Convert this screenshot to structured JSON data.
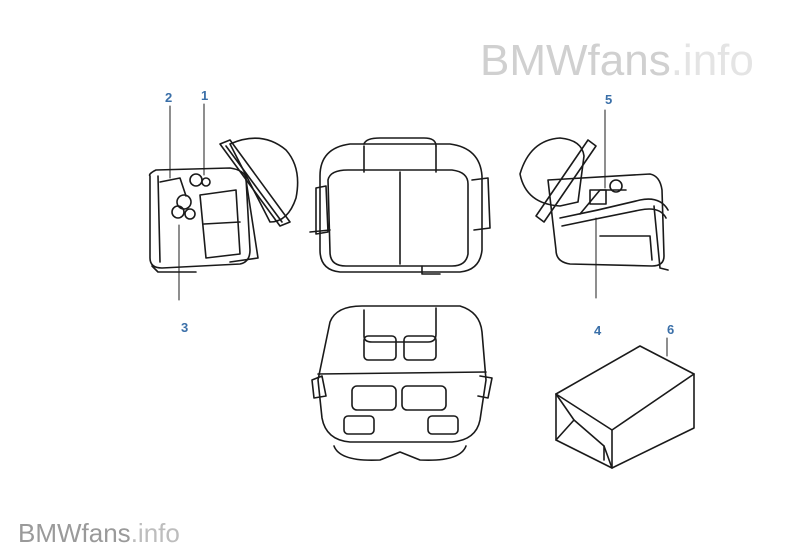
{
  "watermark": {
    "top_main": "BMWfans",
    "top_suffix": ".info",
    "bottom_main": "BMWfans",
    "bottom_suffix": ".info"
  },
  "callouts": [
    "2",
    "1",
    "5",
    "3",
    "4",
    "6"
  ],
  "colors": {
    "callout": "#3a6fa8",
    "line_art": "#1a1a1a",
    "watermark": "#d0d0d0"
  }
}
